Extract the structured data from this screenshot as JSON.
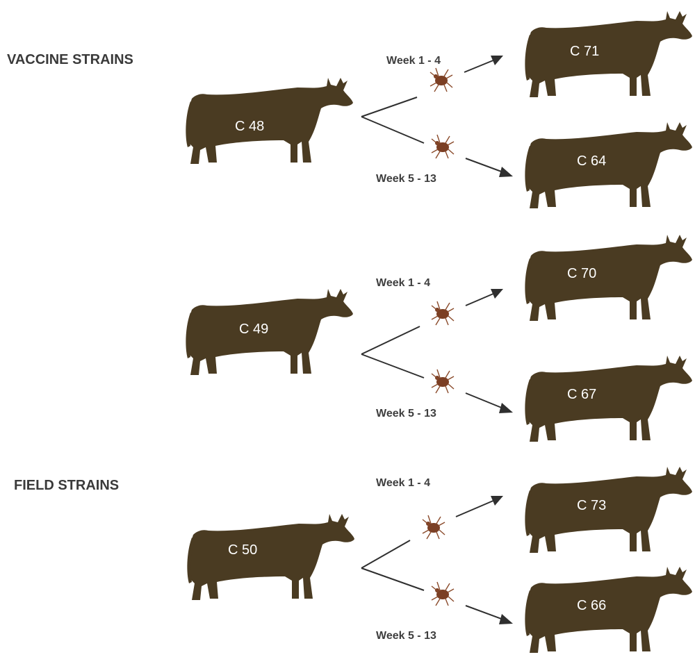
{
  "section_labels": {
    "vaccine": "VACCINE STRAINS",
    "field": "FIELD STRAINS"
  },
  "icons": {
    "animal": "cow-icon",
    "vector": "tick-icon"
  },
  "colors": {
    "cow": "#4a3b22",
    "tick": "#7b3f24",
    "arrow": "#2f2f2f"
  },
  "groups": [
    {
      "donor": "C 48",
      "early_week": "Week 1 - 4",
      "late_week": "Week 5 - 13",
      "recipient_early": "C 71",
      "recipient_late": "C 64"
    },
    {
      "donor": "C 49",
      "early_week": "Week 1 - 4",
      "late_week": "Week 5 - 13",
      "recipient_early": "C 70",
      "recipient_late": "C 67"
    },
    {
      "donor": "C 50",
      "early_week": "Week 1 - 4",
      "late_week": "Week 5 - 13",
      "recipient_early": "C 73",
      "recipient_late": "C 66"
    }
  ]
}
